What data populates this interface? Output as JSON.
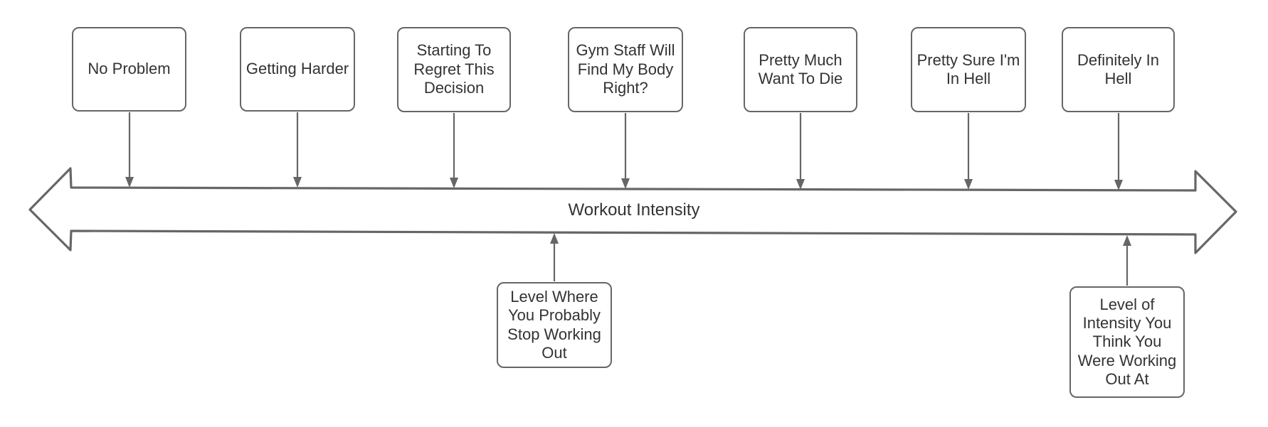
{
  "diagram": {
    "type": "timeline-double-arrow",
    "axis": {
      "label": "Workout Intensity"
    },
    "top_boxes": [
      {
        "label": "No Problem"
      },
      {
        "label": "Getting Harder"
      },
      {
        "label": "Starting To\nRegret This\nDecision"
      },
      {
        "label": "Gym Staff Will\nFind My Body\nRight?"
      },
      {
        "label": "Pretty Much\nWant To Die"
      },
      {
        "label": "Pretty Sure I'm\nIn Hell"
      },
      {
        "label": "Definitely In\nHell"
      }
    ],
    "bottom_boxes": [
      {
        "label": "Level Where\nYou Probably\nStop Working\nOut"
      },
      {
        "label": "Level of\nIntensity You\nThink You\nWere Working\nOut At"
      }
    ],
    "colors": {
      "stroke": "#666666",
      "text": "#333333",
      "box_fill": "#ffffff",
      "background": "#ffffff"
    }
  }
}
